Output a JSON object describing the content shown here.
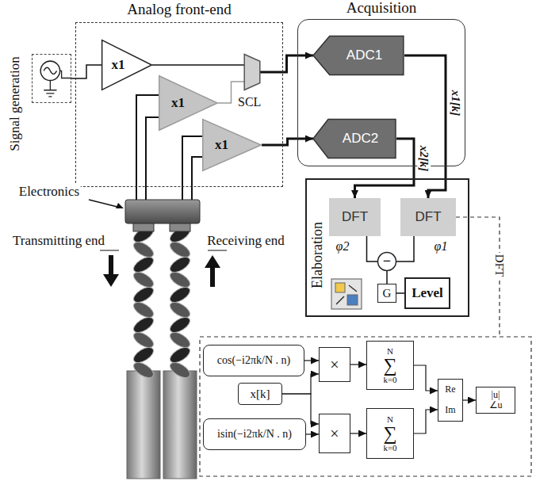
{
  "diagram": {
    "nodes": [
      {
        "text": [
          "Analog front-end"
        ]
      },
      {
        "text": [
          "x1"
        ],
        "in": 0
      },
      {
        "text": [
          "x1"
        ],
        "in": 0
      },
      {
        "text": [
          "x1"
        ],
        "in": 0
      },
      {
        "text": [
          "SCL"
        ],
        "in": 0
      },
      {
        "text": [
          "Acquisition"
        ]
      },
      {
        "text": [
          "ADC1"
        ],
        "in": 5
      },
      {
        "text": [
          "ADC2"
        ],
        "in": 5
      },
      {
        "text": [
          "Signal generation"
        ]
      },
      {
        "text": [
          "Elaboration"
        ]
      },
      {
        "text": [
          "DFT"
        ],
        "in": 9
      },
      {
        "text": [
          "DFT"
        ],
        "in": 9
      },
      {
        "text": [
          "−"
        ],
        "in": 9
      },
      {
        "text": [
          "G"
        ],
        "in": 9
      },
      {
        "text": [
          "Level"
        ],
        "in": 9
      },
      {
        "text": [
          "cos(−i2πk/N . n)"
        ]
      },
      {
        "text": [
          "x[k]"
        ]
      },
      {
        "text": [
          "isin(−i2πk/N . n)"
        ]
      },
      {
        "text": [
          "×"
        ]
      },
      {
        "text": [
          "×"
        ]
      },
      {
        "text": [
          "N",
          "∑",
          "k=0"
        ]
      },
      {
        "text": [
          "N",
          "∑",
          "k=0"
        ]
      },
      {
        "text": [
          "Re",
          "Im"
        ]
      },
      {
        "text": [
          "|u|",
          "∠u"
        ]
      }
    ],
    "edges": [
      {
        "from": 8,
        "to": 1,
        "arrow": "none"
      },
      {
        "from": 1,
        "to": 4,
        "arrow": "none"
      },
      {
        "from": 2,
        "to": 4,
        "arrow": "none"
      },
      {
        "from": 4,
        "to": 6,
        "arrow": "to"
      },
      {
        "from": 3,
        "to": 7,
        "arrow": "to"
      },
      {
        "from": 6,
        "to": 11,
        "label": "x1[k]",
        "arrow": "to"
      },
      {
        "from": 7,
        "to": 10,
        "label": "x2[k]",
        "arrow": "to"
      },
      {
        "from": 10,
        "to": 12,
        "arrow": "none"
      },
      {
        "from": 11,
        "to": 12,
        "arrow": "none"
      },
      {
        "from": 12,
        "to": 13,
        "arrow": "none"
      },
      {
        "from": 13,
        "to": 14,
        "arrow": "none"
      },
      {
        "from": 15,
        "to": 18,
        "arrow": "to"
      },
      {
        "from": 16,
        "to": 18,
        "arrow": "to"
      },
      {
        "from": 16,
        "to": 19,
        "arrow": "to"
      },
      {
        "from": 17,
        "to": 19,
        "arrow": "to"
      },
      {
        "from": 18,
        "to": 20,
        "arrow": "to"
      },
      {
        "from": 19,
        "to": 21,
        "arrow": "to"
      },
      {
        "from": 20,
        "to": 22,
        "arrow": "to"
      },
      {
        "from": 21,
        "to": 22,
        "arrow": "to"
      },
      {
        "from": 22,
        "to": 23,
        "arrow": "to"
      }
    ],
    "labels": [
      "φ2",
      "φ1",
      "DFT",
      "Electronics",
      "Transmitting end",
      "Receiving end"
    ]
  }
}
